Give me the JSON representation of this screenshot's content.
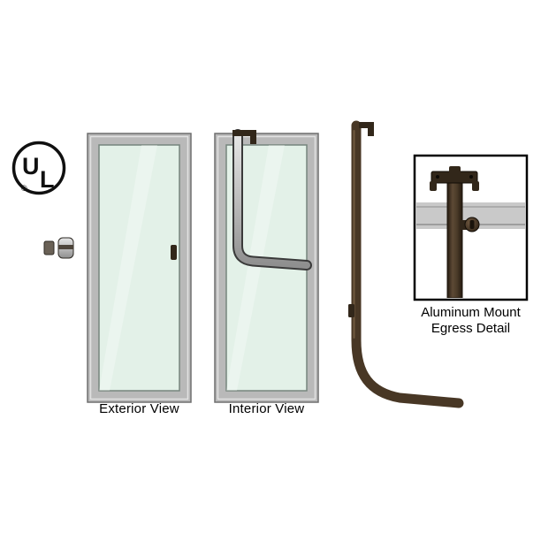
{
  "labels": {
    "exterior": "Exterior View",
    "interior": "Interior View",
    "detail_line1": "Aluminum Mount",
    "detail_line2": "Egress Detail"
  },
  "ul_mark": {
    "u": "U",
    "l": "L",
    "registered": "®"
  },
  "colors": {
    "background": "#ffffff",
    "bronze": "#483725",
    "bronze_dark": "#32271a",
    "frame_gray": "#b9b9b9",
    "glass": "#e3f1e8",
    "outline": "#000000"
  }
}
